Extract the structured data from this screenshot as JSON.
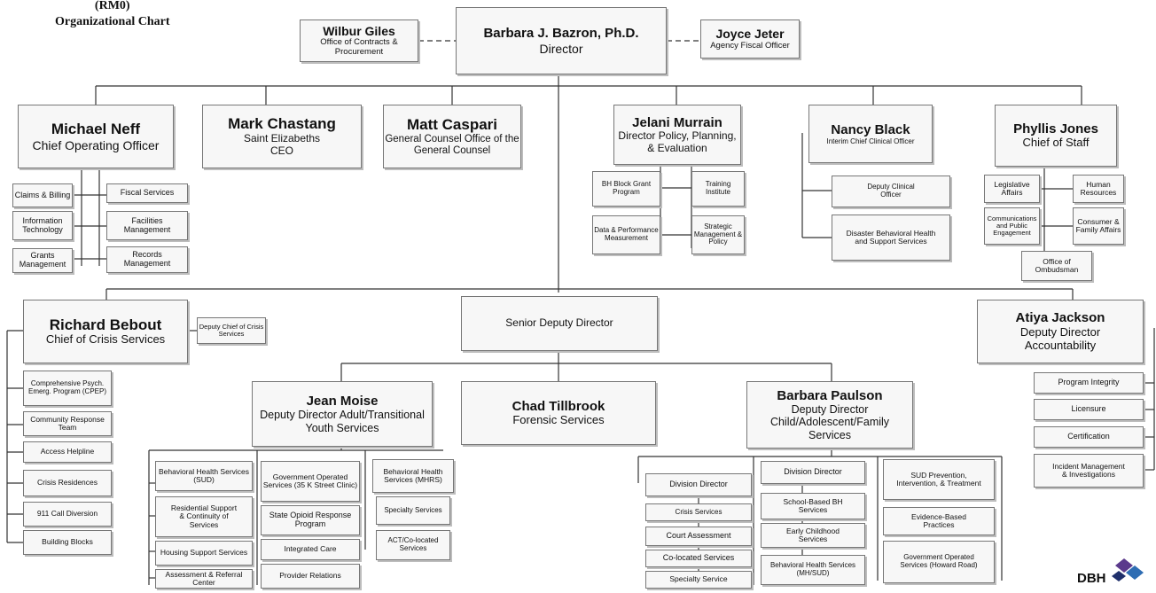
{
  "header": {
    "code": "(RM0)",
    "title": "Organizational Chart"
  },
  "director": {
    "name": "Barbara J. Bazron, Ph.D.",
    "title": "Director"
  },
  "side_left": {
    "name": "Wilbur Giles",
    "title": "Office of Contracts & Procurement"
  },
  "side_right": {
    "name": "Joyce Jeter",
    "title": "Agency Fiscal Officer"
  },
  "leads": {
    "neff": {
      "name": "Michael Neff",
      "title": "Chief Operating Officer"
    },
    "chastang": {
      "name": "Mark Chastang",
      "title": "Saint Elizabeths CEO"
    },
    "caspari": {
      "name": "Matt Caspari",
      "title": "General Counsel Office of the General Counsel"
    },
    "murrain": {
      "name": "Jelani Murrain",
      "title": "Director Policy, Planning, & Evaluation"
    },
    "black": {
      "name": "Nancy Black",
      "title": "Interim Chief Clinical Officer"
    },
    "jones": {
      "name": "Phyllis Jones",
      "title": "Chief of Staff"
    }
  },
  "neff_units": [
    "Claims & Billing",
    "Fiscal Services",
    "Information Technology",
    "Facilities Management",
    "Grants Management",
    "Records Management"
  ],
  "murrain_units": [
    "BH Block Grant Program",
    "Training Institute",
    "Data & Performance Measurement",
    "Strategic Management & Policy"
  ],
  "black_units": [
    "Deputy Clinical Officer",
    "Disaster Behavioral Health and Support Services"
  ],
  "jones_units": [
    "Legislative Affairs",
    "Human Resources",
    "Communications and Public Engagement",
    "Consumer & Family Affairs",
    "Office of Ombudsman"
  ],
  "senior_deputy": {
    "title": "Senior Deputy Director"
  },
  "bebout": {
    "name": "Richard Bebout",
    "title": "Chief of Crisis Services",
    "deputy": "Deputy Chief of Crisis Services"
  },
  "bebout_units": [
    "Comprehensive Psych. Emerg. Program (CPEP)",
    "Community Response Team",
    "Access Helpline",
    "Crisis Residences",
    "911 Call Diversion",
    "Building Blocks"
  ],
  "jackson": {
    "name": "Atiya Jackson",
    "title": "Deputy Director Accountability"
  },
  "jackson_units": [
    "Program Integrity",
    "Licensure",
    "Certification",
    "Incident Management & Investigations"
  ],
  "moise": {
    "name": "Jean Moise",
    "title": "Deputy Director Adult/Transitional Youth Services"
  },
  "moise_units": {
    "col1": [
      "Behavioral Health Services (SUD)",
      "Residential Support & Continuity of Services",
      "Housing Support Services",
      "Assessment & Referral Center"
    ],
    "col2": [
      "Government Operated Services (35 K Street Clinic)",
      "State Opioid Response Program",
      "Integrated Care",
      "Provider Relations"
    ],
    "col3": [
      "Behavioral Health Services (MHRS)",
      "Specialty Services",
      "ACT/Co-located Services"
    ]
  },
  "tillbrook": {
    "name": "Chad Tillbrook",
    "title": "Forensic Services"
  },
  "paulson": {
    "name": "Barbara Paulson",
    "title": "Deputy Director Child/Adolescent/Family Services"
  },
  "paulson_units": {
    "col1": [
      "Division Director",
      "Crisis Services",
      "Court Assessment",
      "Co-located Services",
      "Specialty Service"
    ],
    "col2": [
      "Division Director",
      "School-Based BH Services",
      "Early Childhood Services",
      "Behavioral Health Services (MH/SUD)"
    ],
    "col3": [
      "SUD Prevention, Intervention, & Treatment",
      "Evidence-Based Practices",
      "Government Operated Services (Howard Road)"
    ]
  },
  "logo": {
    "text": "DBH",
    "colors": [
      "#5b3a8c",
      "#2e6db3",
      "#1f2f6b"
    ]
  }
}
